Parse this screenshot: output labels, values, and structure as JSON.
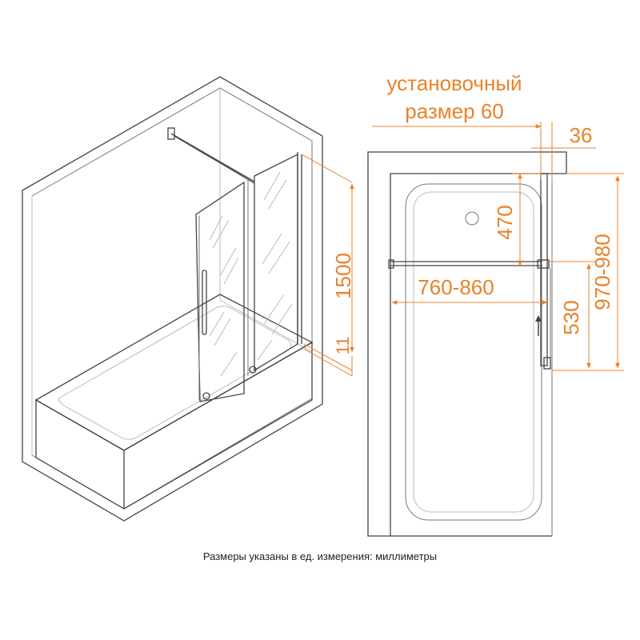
{
  "labels": {
    "install_line1": "установочный",
    "install_line2": "размер 60",
    "dim_36": "36",
    "dim_470": "470",
    "dim_970_980": "970-980",
    "dim_760_860": "760-860",
    "dim_530": "530",
    "dim_1500": "1500",
    "dim_11": "11"
  },
  "caption": "Размеры указаны в ед. измерения: миллиметры",
  "colors": {
    "dimension": "#e8822a",
    "outline": "#444444",
    "wall_fill": "#f4f4f4"
  }
}
